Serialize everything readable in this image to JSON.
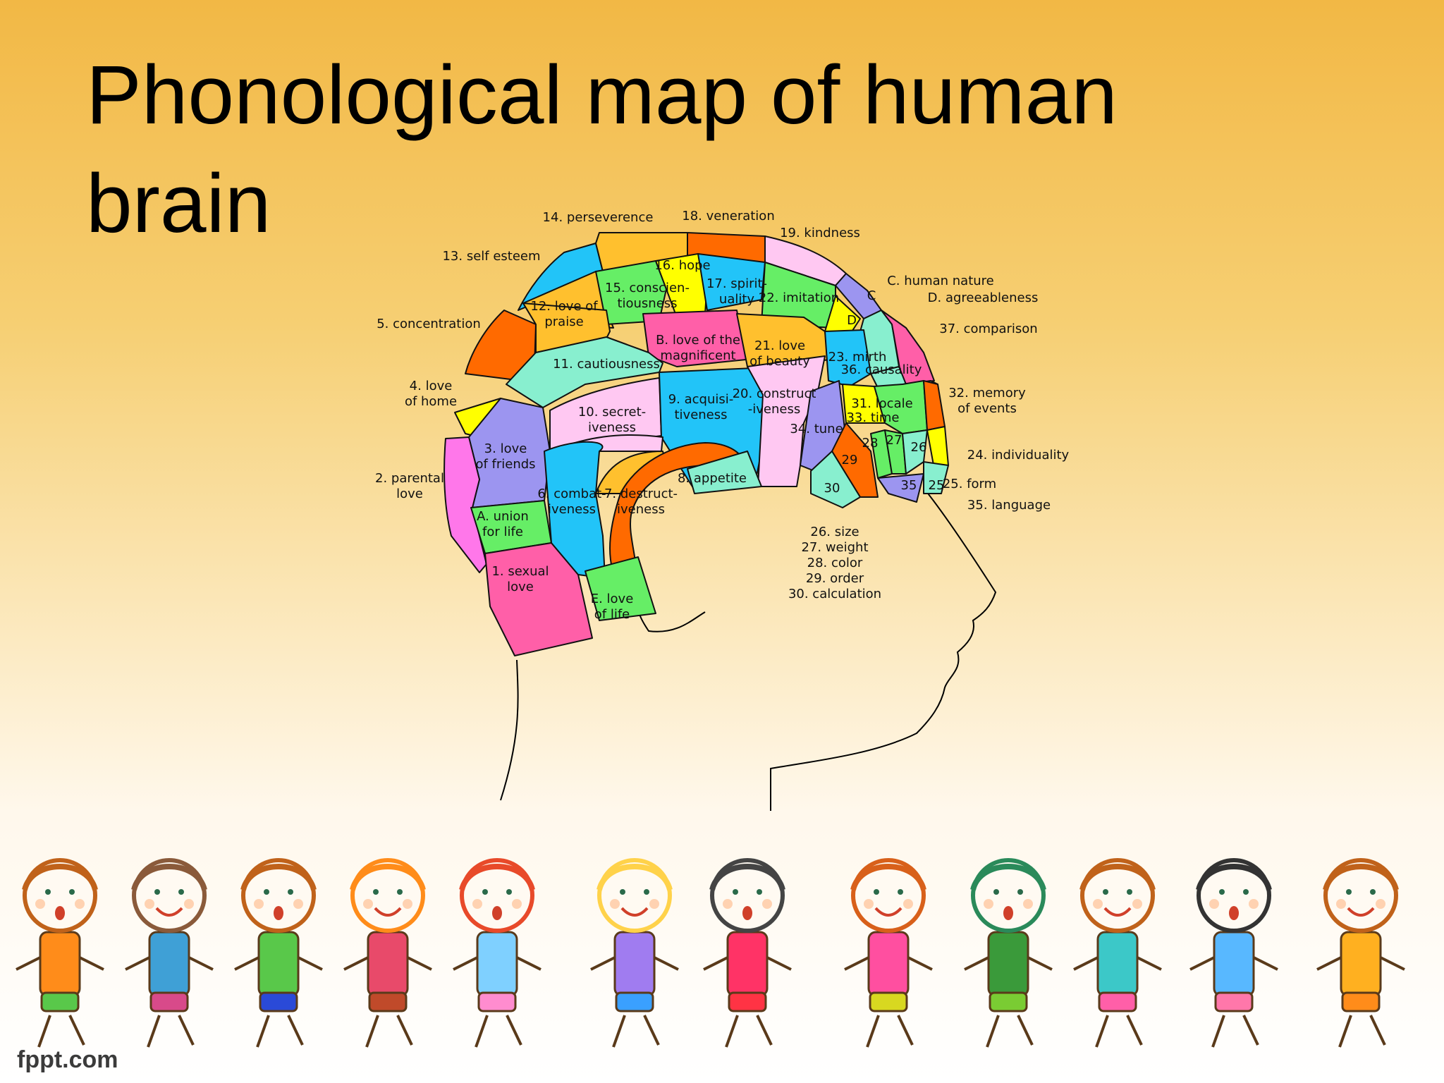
{
  "slide": {
    "title": "Phonological map of human brain",
    "watermark": "fppt.com"
  },
  "diagram": {
    "outer_labels": [
      [
        "14. perseverence"
      ],
      [
        "18. veneration"
      ],
      [
        "19. kindness"
      ],
      [
        "13. self esteem"
      ],
      [
        "C. human nature"
      ],
      [
        "D. agreeableness"
      ],
      [
        "5. concentration"
      ],
      [
        "37. comparison"
      ],
      [
        "4. love",
        "of home"
      ],
      [
        "32. memory",
        "of events"
      ],
      [
        "24. individuality"
      ],
      [
        "2. parental",
        "love"
      ],
      [
        "25. form"
      ],
      [
        "35. language"
      ],
      [
        "26. size",
        "27. weight",
        "28. color",
        "29. order",
        "30. calculation"
      ]
    ],
    "region_labels": [
      [
        "16. hope"
      ],
      [
        "15. conscien-",
        "tiousness"
      ],
      [
        "17. spirit-",
        "uality"
      ],
      [
        "22. imitation"
      ],
      [
        "C"
      ],
      [
        "D"
      ],
      [
        "12. love of",
        "praise"
      ],
      [
        "B. love of the",
        "magnificent"
      ],
      [
        "21. love",
        "of beauty"
      ],
      [
        "23. mirth"
      ],
      [
        "36. causality"
      ],
      [
        "11. cautiousness"
      ],
      [
        "10. secret-",
        "iveness"
      ],
      [
        "9. acquisi-",
        "tiveness"
      ],
      [
        "20. construct",
        "-iveness"
      ],
      [
        "31. locale"
      ],
      [
        "33. time"
      ],
      [
        "34. tune"
      ],
      [
        "3. love",
        "of friends"
      ],
      [
        "28"
      ],
      [
        "27"
      ],
      [
        "26"
      ],
      [
        "29"
      ],
      [
        "8. appetite"
      ],
      [
        "30"
      ],
      [
        "35"
      ],
      [
        "25"
      ],
      [
        "6. combat-",
        "iveness"
      ],
      [
        "7. destruct-",
        "iveness"
      ],
      [
        "A. union",
        "for life"
      ],
      [
        "1. sexual",
        "love"
      ],
      [
        "E. love",
        "of life"
      ]
    ]
  },
  "colors": {
    "orange": "#ff6a00",
    "yellow": "#ffff00",
    "blue": "#22c4f8",
    "pink": "#ff5fa8",
    "green": "#66ee66",
    "lavender": "#9c95f0",
    "light_pink": "#ffc8f2",
    "mint": "#88efcf",
    "gold": "#ffc02e",
    "magenta": "#ff77ea"
  }
}
